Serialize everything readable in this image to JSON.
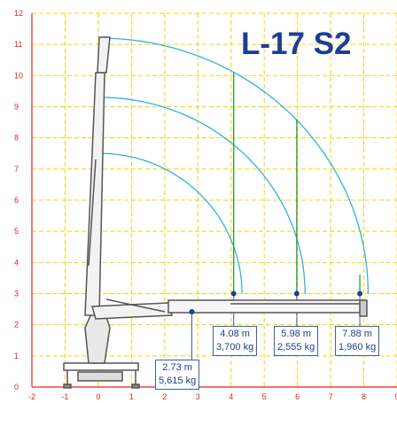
{
  "model_title": "L-17 S2",
  "colors": {
    "grid": "#f3d400",
    "axis": "#e2231a",
    "tick_label": "#e2231a",
    "arc": "#2fb4dc",
    "drop_line": "#1f9b3a",
    "crane": "#555555",
    "box_border": "#3b5fa8",
    "text": "#1e3f8f"
  },
  "chart_data": {
    "type": "diagram",
    "subject": "crane load chart",
    "x_range": [
      -2,
      9
    ],
    "y_range": [
      0,
      12
    ],
    "x_ticks": [
      "-2",
      "-1",
      "0",
      "1",
      "2",
      "3",
      "4",
      "5",
      "6",
      "7",
      "8",
      "9"
    ],
    "y_ticks": [
      "0",
      "1",
      "2",
      "3",
      "4",
      "5",
      "6",
      "7",
      "8",
      "9",
      "10",
      "11",
      "12"
    ],
    "grid": true,
    "reach_arcs": [
      {
        "reach_m": 4.08,
        "max_height_m": 7.5
      },
      {
        "reach_m": 5.98,
        "max_height_m": 9.3
      },
      {
        "reach_m": 7.88,
        "max_height_m": 11.2
      }
    ],
    "load_points": [
      {
        "reach": "2.73 m",
        "load": "5,615 kg",
        "reach_m": 2.73
      },
      {
        "reach": "4.08 m",
        "load": "3,700 kg",
        "reach_m": 4.08
      },
      {
        "reach": "5.98 m",
        "load": "2,555 kg",
        "reach_m": 5.98
      },
      {
        "reach": "7.88 m",
        "load": "1,960 kg",
        "reach_m": 7.88
      }
    ]
  }
}
